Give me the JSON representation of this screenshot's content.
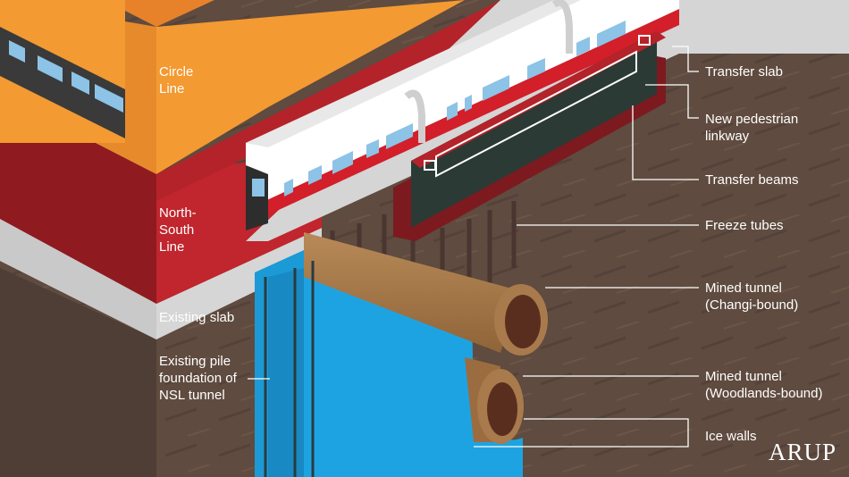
{
  "labels": {
    "circle_line": [
      "Circle",
      "Line"
    ],
    "north_south_line": [
      "North-",
      "South",
      "Line"
    ],
    "existing_slab": "Existing slab",
    "existing_pile": [
      "Existing pile",
      "foundation of",
      "NSL tunnel"
    ],
    "transfer_slab": "Transfer slab",
    "pedestrian_linkway": [
      "New pedestrian",
      "linkway"
    ],
    "transfer_beams": "Transfer beams",
    "freeze_tubes": "Freeze tubes",
    "mined_tunnel_changi": [
      "Mined tunnel",
      "(Changi-bound)"
    ],
    "mined_tunnel_woodlands": [
      "Mined tunnel",
      "(Woodlands-bound)"
    ],
    "ice_walls": "Ice walls"
  },
  "logo": "ARUP",
  "colors": {
    "soil": "#5f4b3f",
    "circle_line": "#f39a32",
    "north_south_line": "#c1252d",
    "slab": "#d6d6d6",
    "ice_wall": "#1b9ad6",
    "tunnel": "#a97a4c",
    "linkway": "#2b3a35",
    "train_body": "#ffffff",
    "train_stripe": "#d21f2a",
    "window": "#8cc3e6"
  }
}
